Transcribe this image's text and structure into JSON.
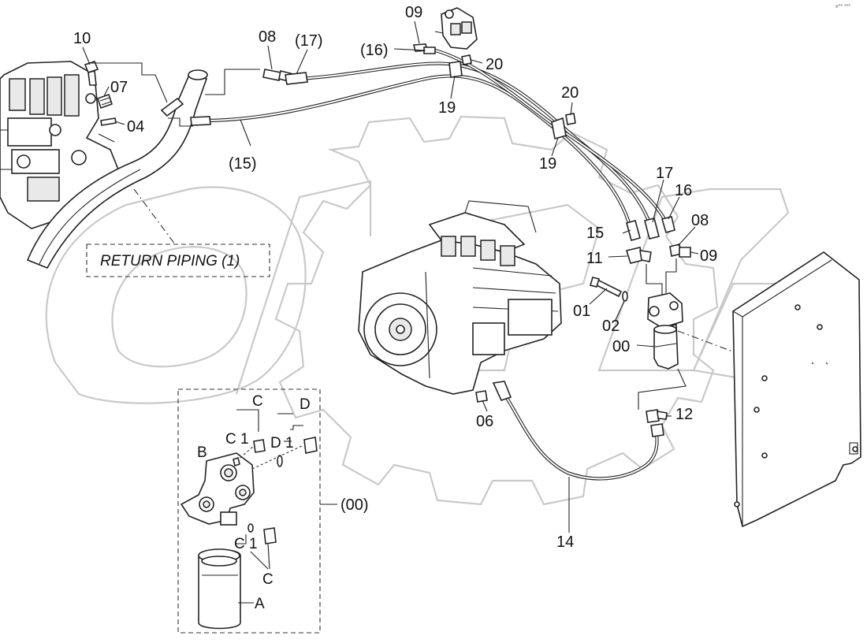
{
  "corner_code": "x** ***",
  "return_box": {
    "text": "RETURN PIPING (1)"
  },
  "labels": {
    "p10": "10",
    "p07": "07",
    "p04": "04",
    "p08": "08",
    "p17p": "(17)",
    "p15p": "(15)",
    "p09a": "09",
    "p16p": "(16)",
    "p20a": "20",
    "p19a": "19",
    "p20b": "20",
    "p19b": "19",
    "p17": "17",
    "p16": "16",
    "p08b": "08",
    "p15": "15",
    "p11": "11",
    "p09b": "09",
    "p01": "01",
    "p02": "02",
    "p00": "00",
    "p06": "06",
    "p12": "12",
    "p14": "14",
    "p00p": "(00)"
  },
  "detail": {
    "C_top": "C",
    "D_top": "D",
    "C1_top": "C 1",
    "D1": "D 1",
    "B": "B",
    "C1_bot": "C 1",
    "C_bot": "C",
    "A": "A"
  },
  "colors": {
    "line": "#222222",
    "watermark": "#c9c9c9",
    "background": "#ffffff"
  }
}
